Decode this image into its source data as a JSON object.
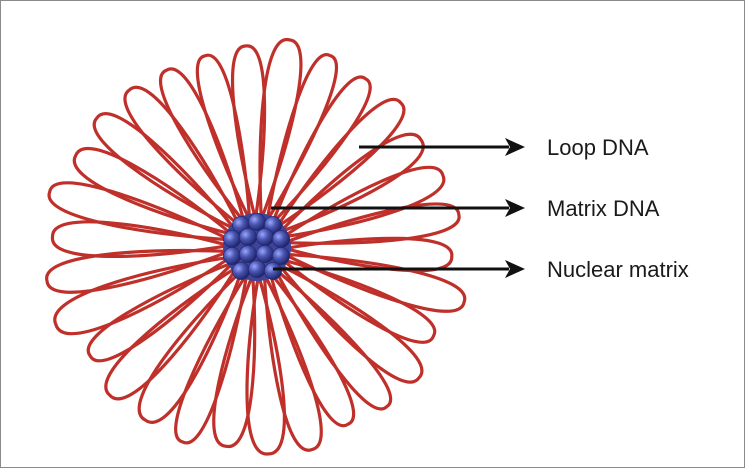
{
  "labels": {
    "loop_dna": "Loop DNA",
    "matrix_dna": "Matrix DNA",
    "nuclear_matrix": "Nuclear matrix"
  },
  "colors": {
    "loop_dna": "#c0302a",
    "nuclear_matrix_spheres": "#4a55b0",
    "arrows": "#111111"
  }
}
